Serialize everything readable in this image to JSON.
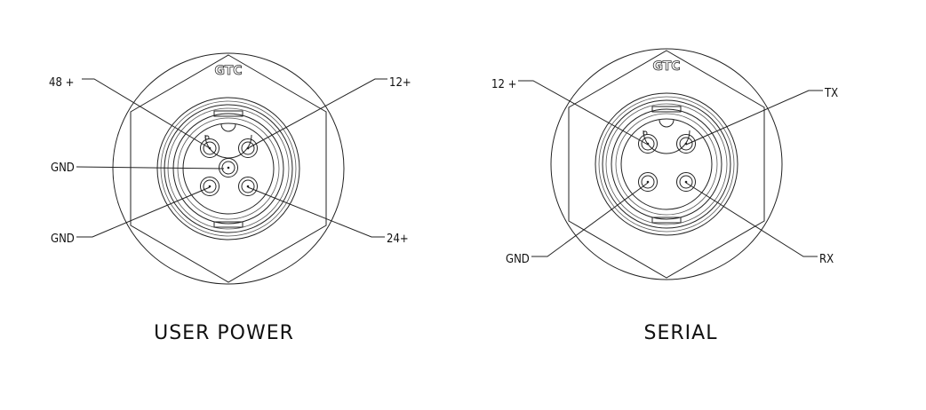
{
  "connectors": [
    {
      "title": "USER POWER",
      "brand": "GTC",
      "pins": [
        {
          "label": "48 +"
        },
        {
          "label": "12+"
        },
        {
          "label": "GND"
        },
        {
          "label": "GND"
        },
        {
          "label": "24+"
        }
      ]
    },
    {
      "title": "SERIAL",
      "brand": "GTC",
      "pins": [
        {
          "label": "12 +"
        },
        {
          "label": "TX"
        },
        {
          "label": "GND"
        },
        {
          "label": "RX"
        }
      ]
    }
  ]
}
